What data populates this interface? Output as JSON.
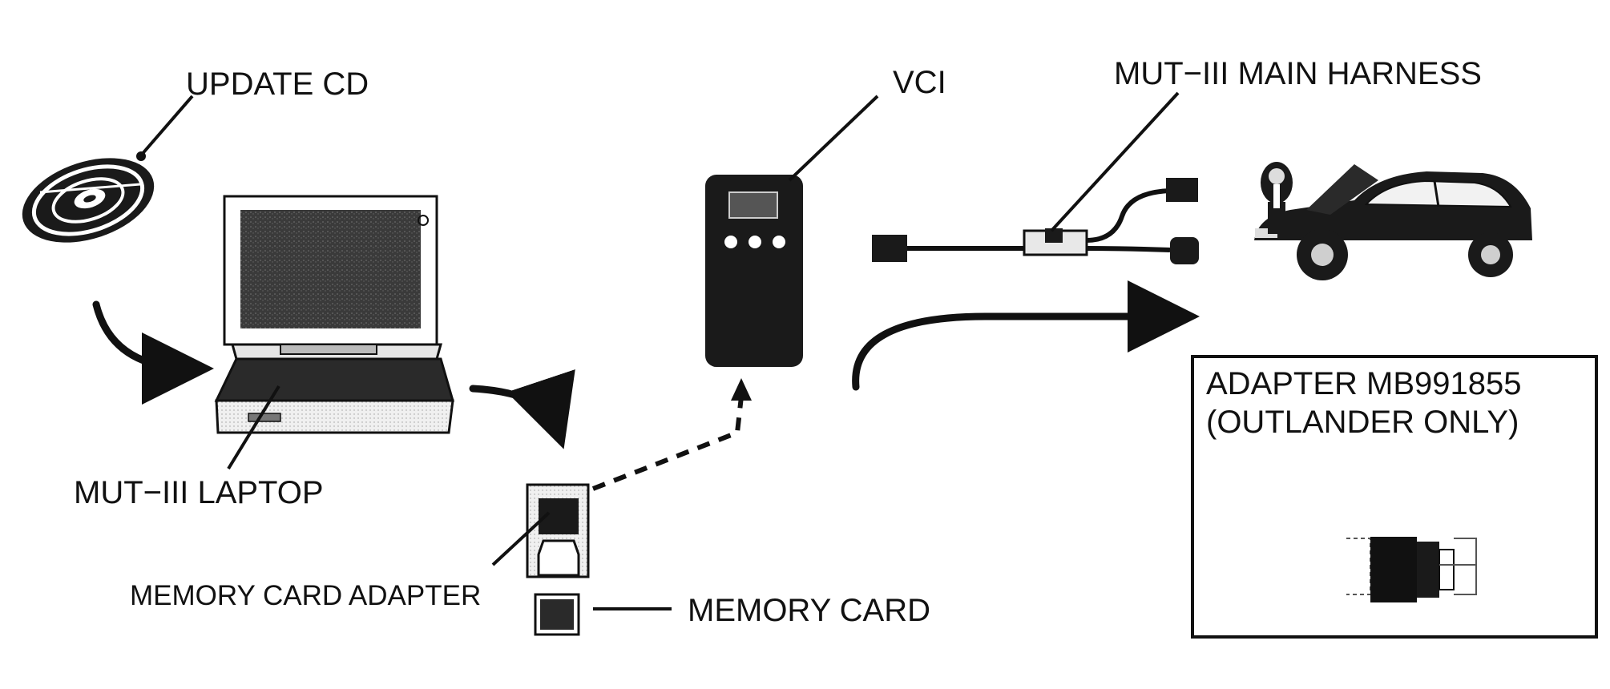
{
  "labels": {
    "update_cd": "UPDATE CD",
    "mut_laptop": "MUT−III LAPTOP",
    "memory_card_adapter": "MEMORY CARD ADAPTER",
    "memory_card": "MEMORY CARD",
    "vci": "VCI",
    "main_harness": "MUT−III MAIN HARNESS"
  },
  "adapter_box": {
    "line1": "ADAPTER MB991855",
    "line2": "(OUTLANDER ONLY)"
  },
  "colors": {
    "ink": "#111111",
    "screen": "#3a3a3a",
    "device": "#1a1a1a",
    "paper": "#ffffff"
  },
  "icons": [
    "cd-icon",
    "laptop-icon",
    "memory-card-adapter-icon",
    "memory-card-icon",
    "vci-device-icon",
    "harness-icon",
    "car-icon",
    "adapter-icon"
  ]
}
